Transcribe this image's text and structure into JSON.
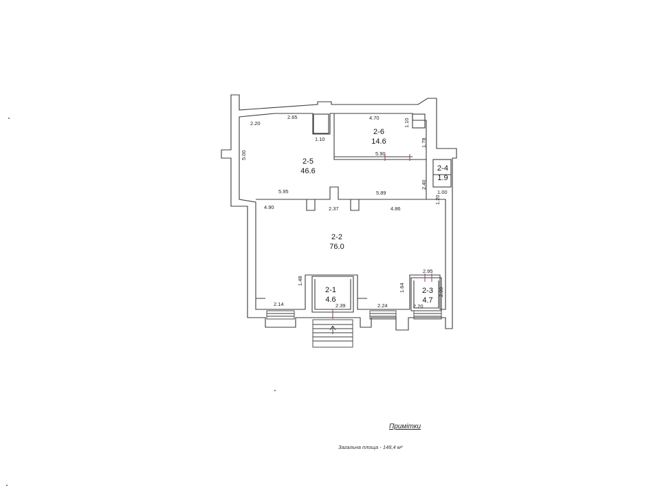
{
  "rooms": [
    {
      "id": "2-5",
      "area": "46.6"
    },
    {
      "id": "2-6",
      "area": "14.6"
    },
    {
      "id": "2-4",
      "area": "1.9"
    },
    {
      "id": "2-2",
      "area": "76.0"
    },
    {
      "id": "2-1",
      "area": "4.6"
    },
    {
      "id": "2-3",
      "area": "4.7"
    }
  ],
  "dimensions": {
    "d_2_20": "2.20",
    "d_2_65": "2.65",
    "d_1_10_a": "1.10",
    "d_4_70": "4.70",
    "d_1_10_b": "1.10",
    "d_5_00": "5.00",
    "d_1_78": "1.78",
    "d_5_90": "5.90",
    "d_5_95": "5.95",
    "d_5_89": "5.89",
    "d_2_40": "2.40",
    "d_1_00": "1.00",
    "d_1_20": "1.20",
    "d_4_90": "4.90",
    "d_2_37": "2.37",
    "d_4_86": "4.86",
    "d_2_95": "2.95",
    "d_1_48": "1.48",
    "d_1_64": "1.64",
    "d_2_00": "2.00",
    "d_2_14": "2.14",
    "d_2_39": "2.39",
    "d_2_24": "2.24",
    "d_2_20_b": "2.20"
  },
  "notes": {
    "title": "Примітки",
    "total_area": "Загальна площа  -  148,4  м²"
  },
  "colors": {
    "wall": "#4a4a4a",
    "line": "#333333"
  }
}
